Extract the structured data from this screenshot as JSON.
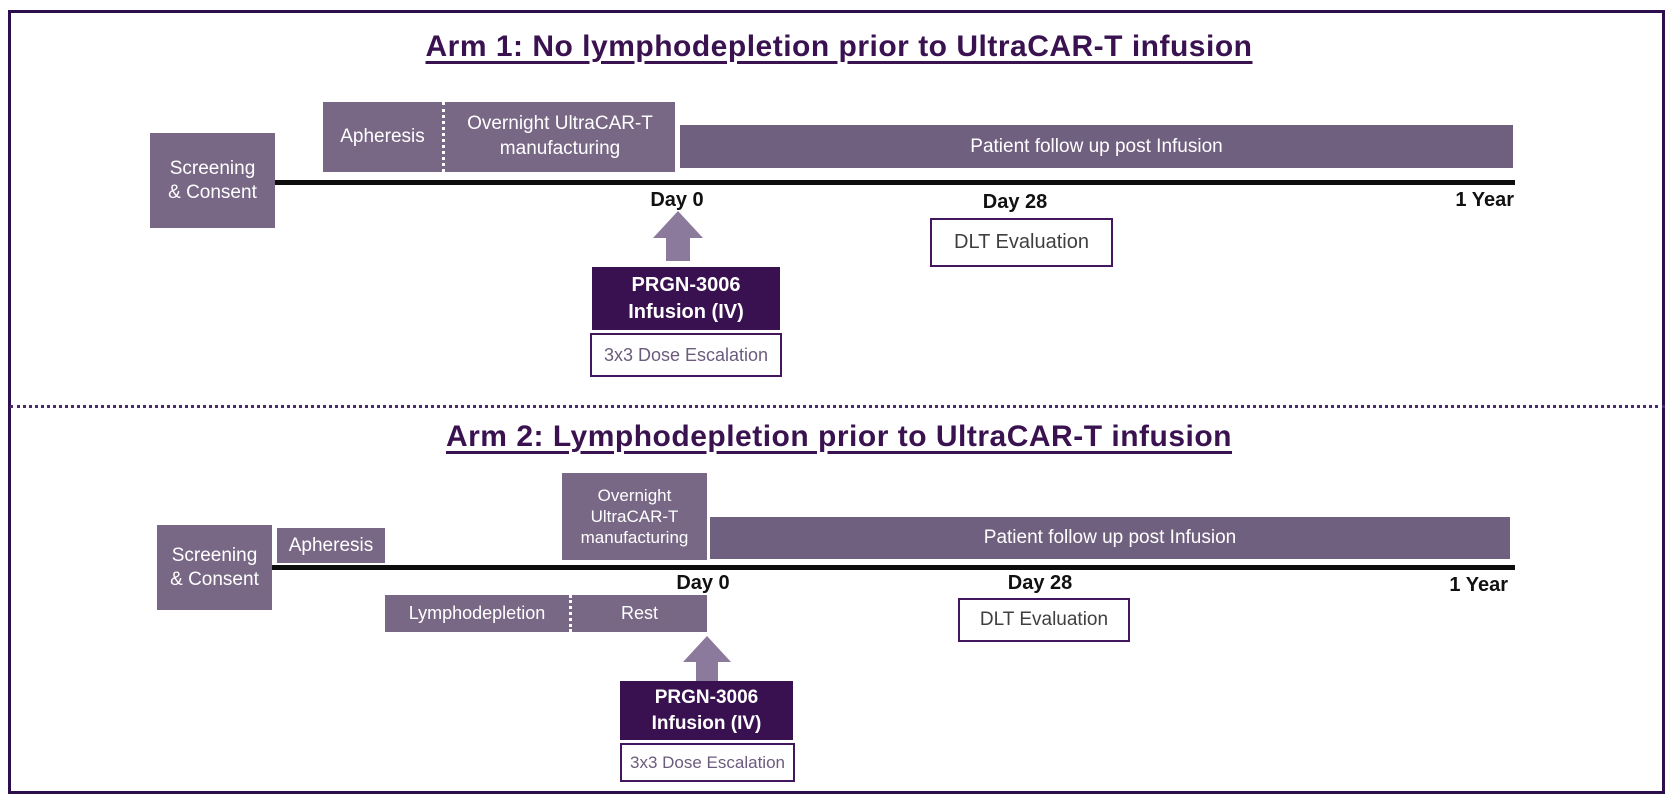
{
  "colors": {
    "frame_border": "#2e0f4e",
    "title_text": "#3a1250",
    "box_fill": "#786886",
    "bar_fill": "#6f607f",
    "infusion_fill": "#3a1150",
    "arrow_fill": "#8b7a9c",
    "outline_border": "#43165e",
    "timeline": "#0d0d0d"
  },
  "arm1": {
    "title": "Arm 1: No lymphodepletion prior to UltraCAR-T infusion",
    "screening": {
      "line1": "Screening",
      "line2": "& Consent"
    },
    "apheresis": "Apheresis",
    "manufacturing": {
      "line1": "Overnight UltraCAR-T",
      "line2": "manufacturing"
    },
    "followup": "Patient follow up post Infusion",
    "day0": "Day 0",
    "day28": "Day 28",
    "year1": "1 Year",
    "infusion": {
      "line1": "PRGN-3006",
      "line2": "Infusion (IV)"
    },
    "dose_escalation": "3x3 Dose Escalation",
    "dlt": "DLT Evaluation"
  },
  "arm2": {
    "title": "Arm 2: Lymphodepletion prior to UltraCAR-T infusion",
    "screening": {
      "line1": "Screening",
      "line2": "& Consent"
    },
    "apheresis": "Apheresis",
    "manufacturing": {
      "line1": "Overnight",
      "line2": "UltraCAR-T",
      "line3": "manufacturing"
    },
    "followup": "Patient follow up post Infusion",
    "lymphodepletion": "Lymphodepletion",
    "rest": "Rest",
    "day0": "Day 0",
    "day28": "Day 28",
    "year1": "1 Year",
    "infusion": {
      "line1": "PRGN-3006",
      "line2": "Infusion (IV)"
    },
    "dose_escalation": "3x3 Dose Escalation",
    "dlt": "DLT Evaluation"
  }
}
